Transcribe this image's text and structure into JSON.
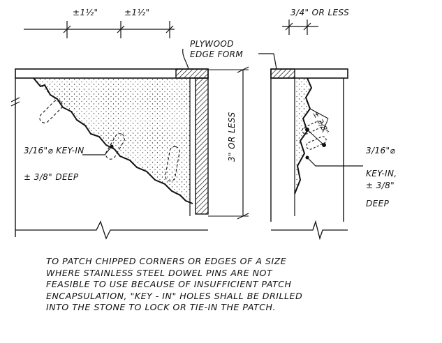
{
  "left_detail": {
    "dim_left": "±1½\"",
    "dim_right": "±1½\"",
    "form_label_line1": "PLYWOOD",
    "form_label_line2": "EDGE FORM",
    "height_label": "3\" OR LESS",
    "keyin_line1": "3/16\"⌀ KEY-IN",
    "keyin_line2": "± 3/8\" DEEP"
  },
  "right_detail": {
    "top_dim": "3/4\" OR LESS",
    "side_dim": "± 3/8\"",
    "keyin_line1": "3/16\"⌀",
    "keyin_line2": "KEY-IN,",
    "keyin_line3": "± 3/8\"",
    "keyin_line4": "DEEP"
  },
  "note_lines": [
    "TO PATCH CHIPPED CORNERS OR EDGES OF A SIZE",
    "WHERE STAINLESS STEEL DOWEL PINS ARE NOT",
    "FEASIBLE TO USE BECAUSE OF INSUFFICIENT PATCH",
    "ENCAPSULATION, \"KEY - IN\" HOLES SHALL BE DRILLED",
    "INTO THE STONE TO LOCK OR TIE-IN THE PATCH."
  ]
}
